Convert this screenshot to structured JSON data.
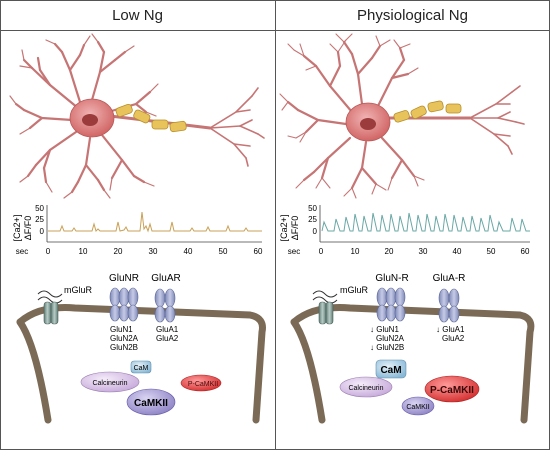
{
  "panels": {
    "left": {
      "title": "Low Ng",
      "trace": {
        "ylabel_top": "[Ca2+]",
        "ylabel_bottom": "ΔF/F0",
        "yticks": [
          "50",
          "25",
          "0"
        ],
        "xticks": [
          "0",
          "10",
          "20",
          "30",
          "40",
          "50",
          "60"
        ],
        "xunit": "sec",
        "color": "#c9a055"
      },
      "receptors": {
        "mglur": "mGluR",
        "glunr": "GluNR",
        "gluar": "GluAR",
        "glunr_subunits": [
          "GluN1",
          "GluN2A",
          "GluN2B"
        ],
        "gluar_subunits": [
          "GluA1",
          "GluA2"
        ]
      },
      "proteins": {
        "calcineurin": "Calcineurin",
        "cam": "CaM",
        "pcamk": "P-CaMKII",
        "camkii": "CaMKII"
      }
    },
    "right": {
      "title": "Physiological Ng",
      "trace": {
        "ylabel_top": "[Ca2+]",
        "ylabel_bottom": "ΔF/F0",
        "yticks": [
          "50",
          "25",
          "0"
        ],
        "xticks": [
          "0",
          "10",
          "20",
          "30",
          "40",
          "50",
          "60"
        ],
        "xunit": "sec",
        "color": "#6aa8a6"
      },
      "receptors": {
        "mglur": "mGluR",
        "glunr": "GluN-R",
        "gluar": "GluA-R",
        "glunr_subunits": [
          "↓ GluN1",
          "GluN2A",
          "↓ GluN2B"
        ],
        "gluar_subunits": [
          "↓ GluA1",
          "GluA2"
        ]
      },
      "proteins": {
        "calcineurin": "Calcineurin",
        "cam": "CaM",
        "pcamk": "P-CaMKII",
        "camkii": "CaMKII"
      }
    }
  },
  "colors": {
    "neuron": "#d98a8a",
    "soma": "#d86f6f",
    "nucleus": "#9b3b3b",
    "myelin": "#e9c75a",
    "membrane": "#7b6a55",
    "receptor": "#9aa3c9",
    "mglur": "#7f9a94",
    "pcamk": "#e04848",
    "camkii": "#a79fd0",
    "calcineurin": "#d9c5e5",
    "cam": "#a9cce0"
  }
}
